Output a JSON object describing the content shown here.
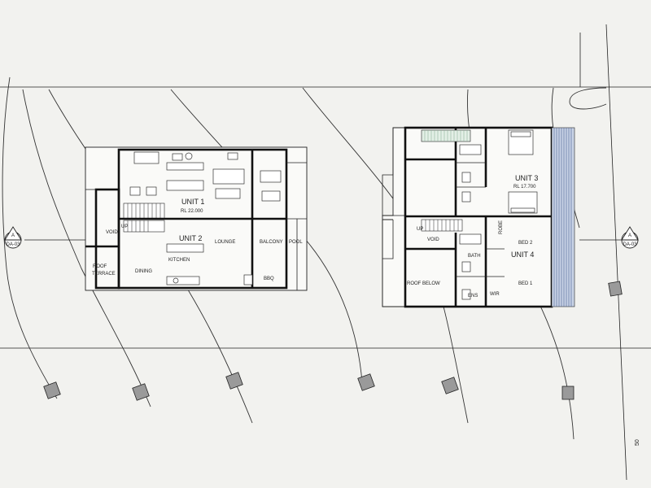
{
  "west_building": {
    "unit_1": {
      "label": "UNIT 1",
      "level": "RL 22.000"
    },
    "unit_2": {
      "label": "UNIT 2"
    },
    "rooms": {
      "void": "VOID",
      "lounge": "LOUNGE",
      "balcony": "BALCONY",
      "pool": "POOL",
      "roof_terrace_1": "ROOF",
      "roof_terrace_2": "TERRACE",
      "dining": "DINING",
      "kitchen": "KITCHEN",
      "bbq": "BBQ"
    },
    "stair_up": "UP"
  },
  "east_building": {
    "unit_3": {
      "label": "UNIT 3",
      "level": "RL 17.700"
    },
    "unit_4": {
      "label": "UNIT 4"
    },
    "rooms": {
      "void": "VOID",
      "robe": "ROBE",
      "bed_2": "BED 2",
      "bath": "BATH",
      "roof_below": "ROOF BELOW",
      "bed_1": "BED 1",
      "ens": "ENS",
      "wir": "WIR"
    },
    "stair_up": "UP"
  },
  "section_markers": {
    "left": {
      "letter": "A",
      "sheet": "DA-03"
    },
    "right": {
      "letter": "A",
      "sheet": "DA-03"
    }
  },
  "margin_number": "50",
  "colors": {
    "paper": "#f2f2ef",
    "ink": "#111111",
    "tile_blue": "#5a6f9a",
    "stair_green": "#8fb39a"
  }
}
